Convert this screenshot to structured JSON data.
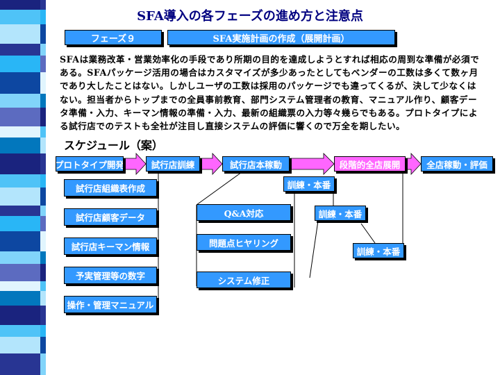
{
  "title": "SFA導入の各フェーズの進め方と注意点",
  "phase_label": "フェーズ９",
  "phase_title": "SFA実施計画の作成（展開計画）",
  "paragraph": "SFAは業務改革・営業効率化の手段であり所期の目的を達成しようとすれば相応の周到な準備が必須である。SFAパッケージ活用の場合はカスタマイズが多少あったとしてもベンダーの工数は多くて数ヶ月であり大したことはない。しかしユーザの工数は採用のパッケージでも違ってくるが、決して少なくはない。担当者からトップまでの全員事前教育、部門システム管理者の教育、マニュアル作り、顧客データ準備・入力、キーマン情報の準備・入力、最新の組織票の入力等々幾らでもある。プロトタイプによる試行店でのテストも全社が注目し直接システムの評価に響くので万全を期したい。",
  "schedule_heading": "スケジュール（案）",
  "process": [
    "プロトタイプ開発",
    "試行店訓練",
    "試行店本稼動",
    "段階的全店展開",
    "全店稼動・評価"
  ],
  "prep_tasks": [
    "試行店組織表作成",
    "試行店顧客データ",
    "試行店キーマン情報",
    "予実管理等の数字",
    "操作・管理マニュアル"
  ],
  "support_tasks": [
    "Q&A対応",
    "問題点ヒヤリング",
    "システム修正"
  ],
  "training": [
    "訓練・本番",
    "訓練・本番",
    "訓練・本番"
  ],
  "colors": {
    "title": "#000080",
    "box": "#3399ff",
    "highlight": "#ff66ff",
    "arrow": "#ff66ff"
  }
}
